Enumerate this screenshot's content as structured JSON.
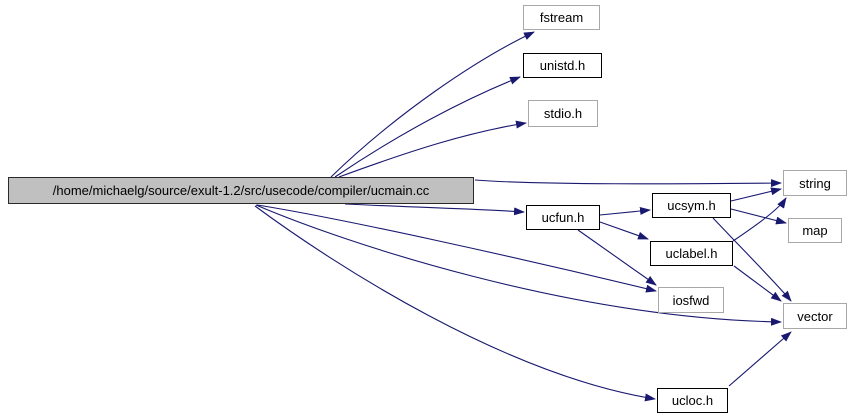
{
  "diagram": {
    "kind": "include-dependency-graph",
    "colors": {
      "edge": "#191970",
      "root_fill": "#c0c0c0",
      "node_fill": "#ffffff",
      "internal_border": "#000000",
      "external_border": "#a8a8a8",
      "background": "#ffffff"
    },
    "nodes": [
      {
        "id": "ucmain",
        "label": "/home/michaelg/source/exult-1.2/src/usecode/compiler/ucmain.cc",
        "kind": "root"
      },
      {
        "id": "fstream",
        "label": "fstream",
        "kind": "external"
      },
      {
        "id": "unistd",
        "label": "unistd.h",
        "kind": "internal"
      },
      {
        "id": "stdio",
        "label": "stdio.h",
        "kind": "external"
      },
      {
        "id": "ucfun",
        "label": "ucfun.h",
        "kind": "internal"
      },
      {
        "id": "ucsym",
        "label": "ucsym.h",
        "kind": "internal"
      },
      {
        "id": "string",
        "label": "string",
        "kind": "external"
      },
      {
        "id": "map",
        "label": "map",
        "kind": "external"
      },
      {
        "id": "uclabel",
        "label": "uclabel.h",
        "kind": "internal"
      },
      {
        "id": "iosfwd",
        "label": "iosfwd",
        "kind": "external"
      },
      {
        "id": "vector",
        "label": "vector",
        "kind": "external"
      },
      {
        "id": "ucloc",
        "label": "ucloc.h",
        "kind": "internal"
      }
    ],
    "edges": [
      {
        "from": "ucmain",
        "to": "fstream"
      },
      {
        "from": "ucmain",
        "to": "unistd"
      },
      {
        "from": "ucmain",
        "to": "stdio"
      },
      {
        "from": "ucmain",
        "to": "string"
      },
      {
        "from": "ucmain",
        "to": "ucfun"
      },
      {
        "from": "ucmain",
        "to": "iosfwd"
      },
      {
        "from": "ucmain",
        "to": "vector"
      },
      {
        "from": "ucmain",
        "to": "ucloc"
      },
      {
        "from": "ucfun",
        "to": "ucsym"
      },
      {
        "from": "ucfun",
        "to": "uclabel"
      },
      {
        "from": "ucfun",
        "to": "iosfwd"
      },
      {
        "from": "ucsym",
        "to": "string"
      },
      {
        "from": "ucsym",
        "to": "map"
      },
      {
        "from": "ucsym",
        "to": "vector"
      },
      {
        "from": "uclabel",
        "to": "string"
      },
      {
        "from": "uclabel",
        "to": "vector"
      },
      {
        "from": "ucloc",
        "to": "vector"
      }
    ]
  }
}
